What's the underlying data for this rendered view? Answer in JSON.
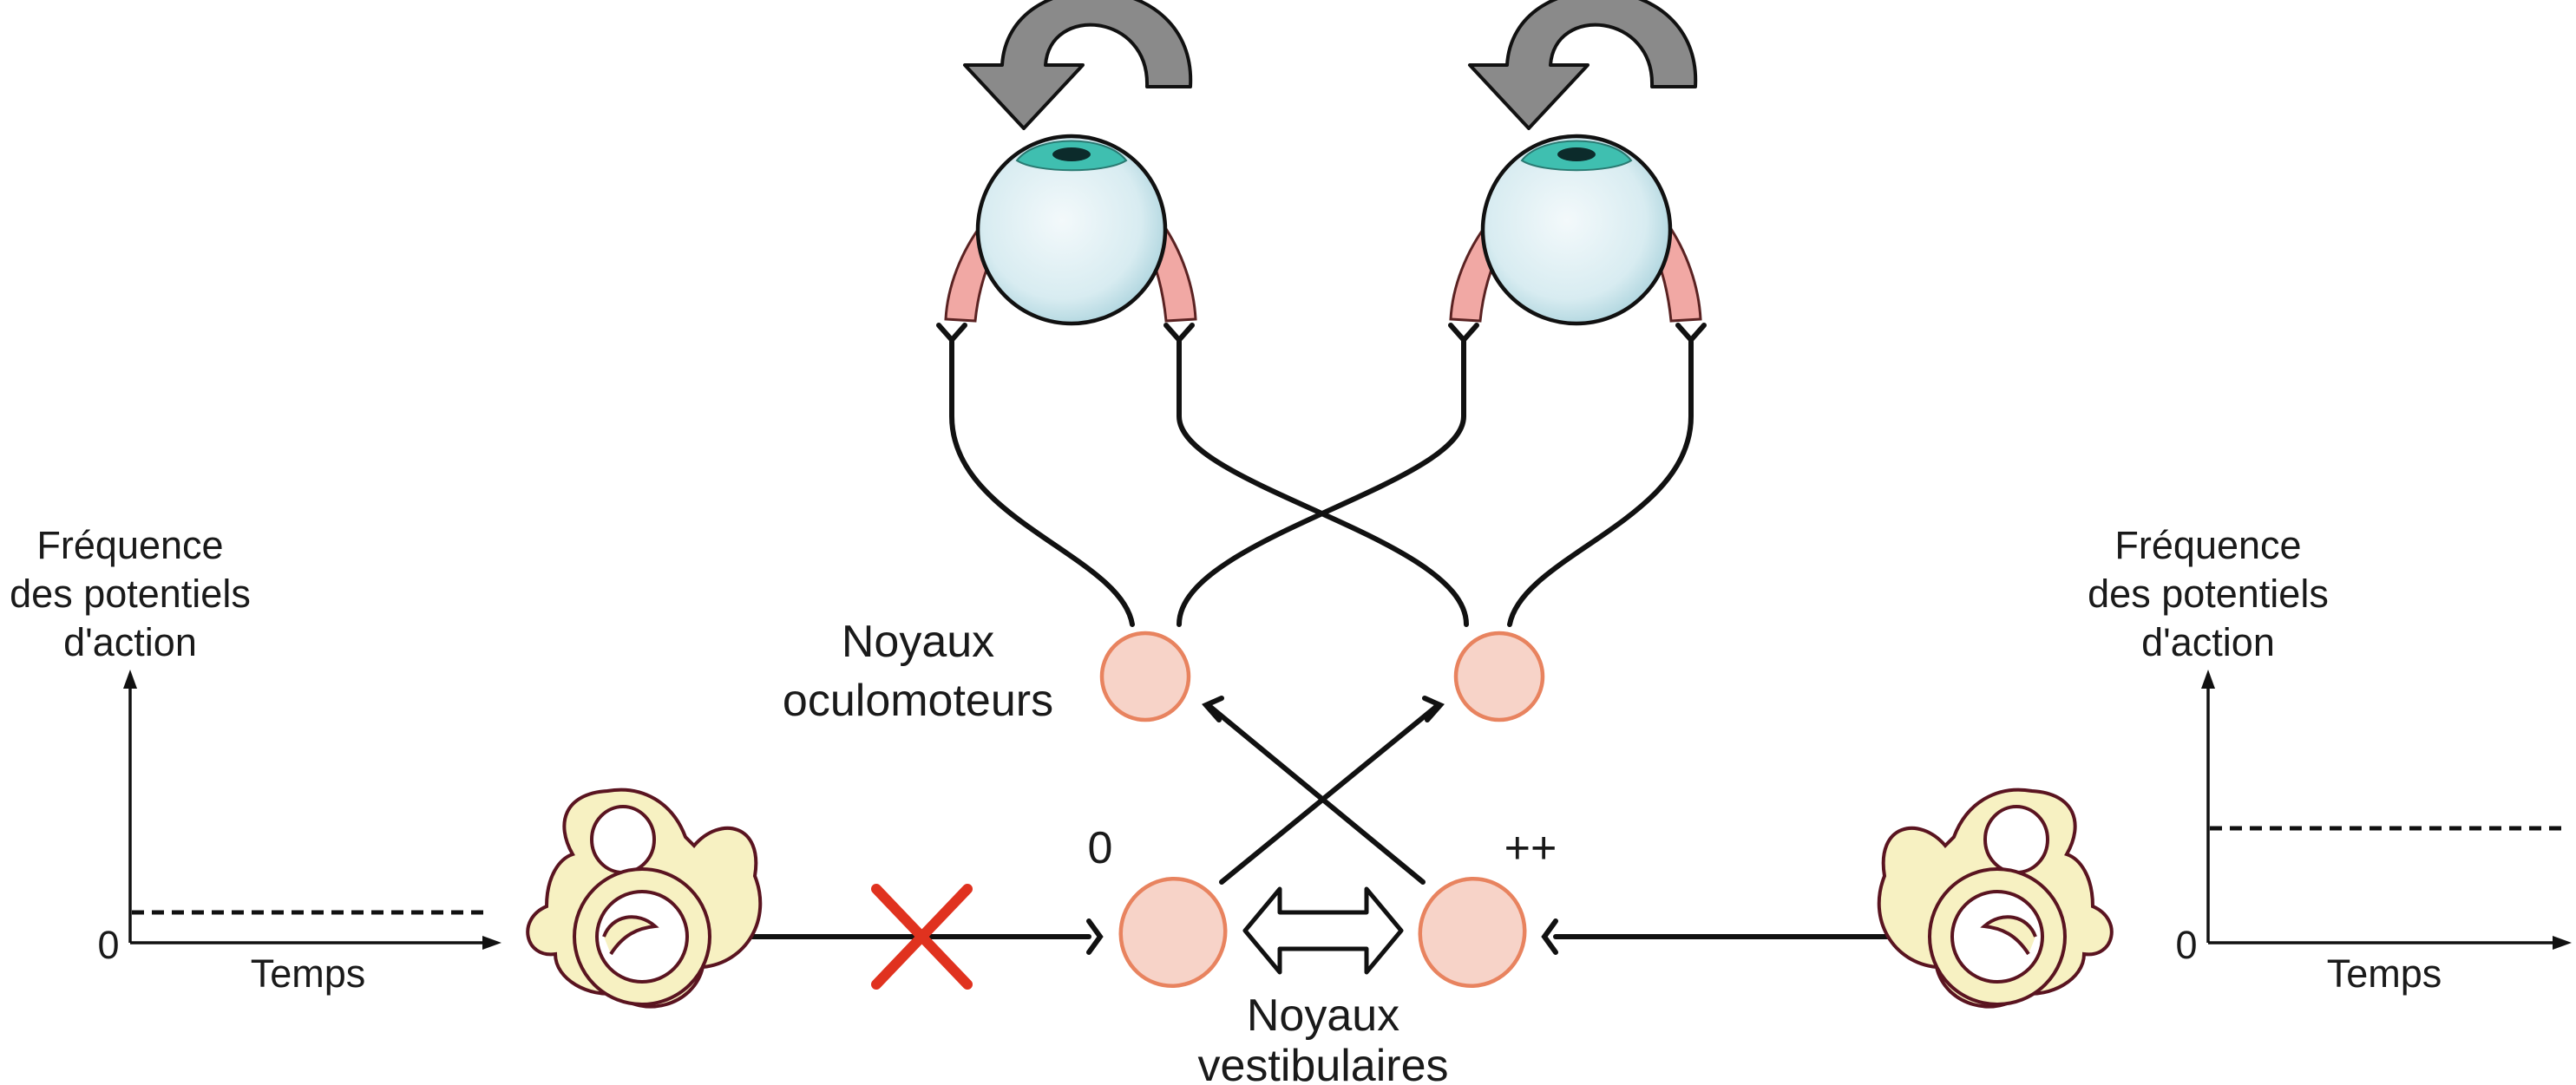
{
  "graph_left": {
    "ylabel_line1": "Fréquence",
    "ylabel_line2": "des potentiels",
    "ylabel_line3": "d'action",
    "origin": "0",
    "xlabel": "Temps"
  },
  "graph_right": {
    "ylabel_line1": "Fréquence",
    "ylabel_line2": "des potentiels",
    "ylabel_line3": "d'action",
    "origin": "0",
    "xlabel": "Temps"
  },
  "labels": {
    "oculomotor_line1": "Noyaux",
    "oculomotor_line2": "oculomoteurs",
    "vestibular_line1": "Noyaux",
    "vestibular_line2": "vestibulaires",
    "left_activity": "0",
    "right_activity": "++"
  },
  "icons": {
    "rotation": "curved-arrow-icon",
    "lesion": "red-x-icon",
    "bidirectional": "double-headed-arrow-icon"
  },
  "colors": {
    "nucleus_fill": "#f7d3c8",
    "nucleus_stroke": "#e8835f",
    "lesion": "#e0321f",
    "ear_fill": "#f7f1c2",
    "arrow_fill": "#8a8a8a",
    "iris": "#3fbfb0"
  }
}
